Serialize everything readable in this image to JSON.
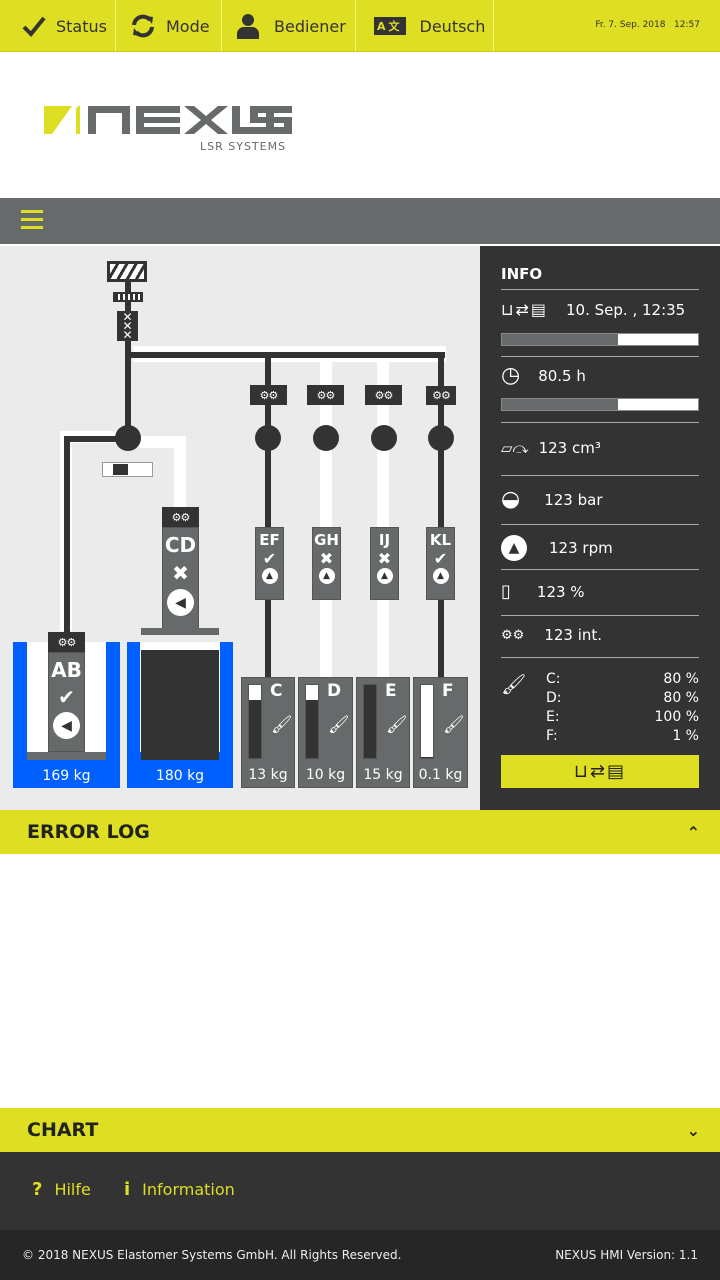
{
  "topbar": {
    "items": [
      {
        "label": "Status",
        "icon": "check-icon"
      },
      {
        "label": "Mode",
        "icon": "refresh-icon"
      },
      {
        "label": "Bediener",
        "icon": "user-icon"
      },
      {
        "label": "Deutsch",
        "icon": "language-icon"
      }
    ],
    "datetime": "Fr. 7. Sep. 2018   12:57"
  },
  "logo": {
    "name": "NEXUS",
    "subtitle": "LSR SYSTEMS"
  },
  "diagram": {
    "main_units": [
      {
        "label": "AB",
        "status": "ok",
        "weight": "169 kg"
      },
      {
        "label": "CD",
        "status": "error",
        "weight": "180 kg"
      }
    ],
    "pumps": [
      {
        "label": "EF",
        "status": "ok"
      },
      {
        "label": "GH",
        "status": "error"
      },
      {
        "label": "IJ",
        "status": "error"
      },
      {
        "label": "KL",
        "status": "ok"
      }
    ],
    "tanks": [
      {
        "label": "C",
        "weight": "13 kg",
        "fill": 0.8
      },
      {
        "label": "D",
        "weight": "10 kg",
        "fill": 0.8
      },
      {
        "label": "E",
        "weight": "15 kg",
        "fill": 1.0
      },
      {
        "label": "F",
        "weight": "0.1 kg",
        "fill": 0.01
      }
    ]
  },
  "info": {
    "title": "INFO",
    "change_date": "10. Sep. , 12:35",
    "change_progress": 0.59,
    "hours": "80.5 h",
    "hours_progress": 0.59,
    "volume": "123 cm³",
    "pressure": "123 bar",
    "speed": "123 rpm",
    "percent": "123 %",
    "interval": "123 int.",
    "colors": [
      {
        "k": "C:",
        "v": "80 %"
      },
      {
        "k": "D:",
        "v": "80 %"
      },
      {
        "k": "E:",
        "v": "100 %"
      },
      {
        "k": "F:",
        "v": "1 %"
      }
    ]
  },
  "error_log": {
    "title": "ERROR LOG"
  },
  "chart": {
    "title": "CHART"
  },
  "footer": {
    "help": "Hilfe",
    "information": "Information",
    "copyright": "© 2018 NEXUS Elastomer Systems GmbH. All Rights Reserved.",
    "version": "NEXUS HMI Version: 1.1"
  },
  "colors": {
    "accent": "#dede22",
    "blue": "#0060ff",
    "dark": "#333333",
    "gray": "#666a6b"
  }
}
